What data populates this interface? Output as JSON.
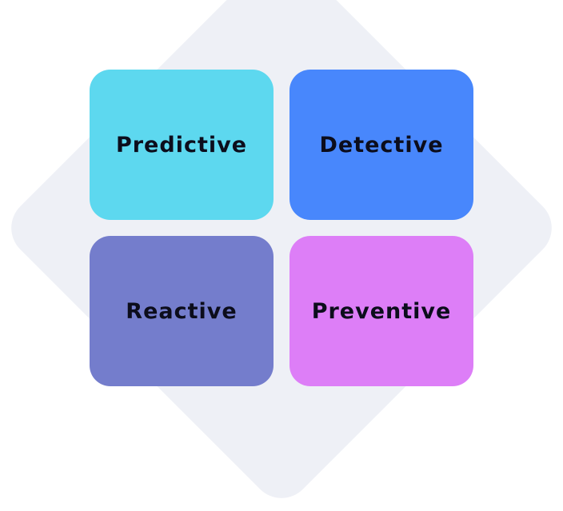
{
  "colors": {
    "background_shape": "#eef0f6",
    "label_text": "#0c0d1c"
  },
  "quadrants": [
    {
      "label": "Predictive",
      "color": "#5dd8ef"
    },
    {
      "label": "Detective",
      "color": "#4887fc"
    },
    {
      "label": "Reactive",
      "color": "#747dcc"
    },
    {
      "label": "Preventive",
      "color": "#dd7ef7"
    }
  ]
}
